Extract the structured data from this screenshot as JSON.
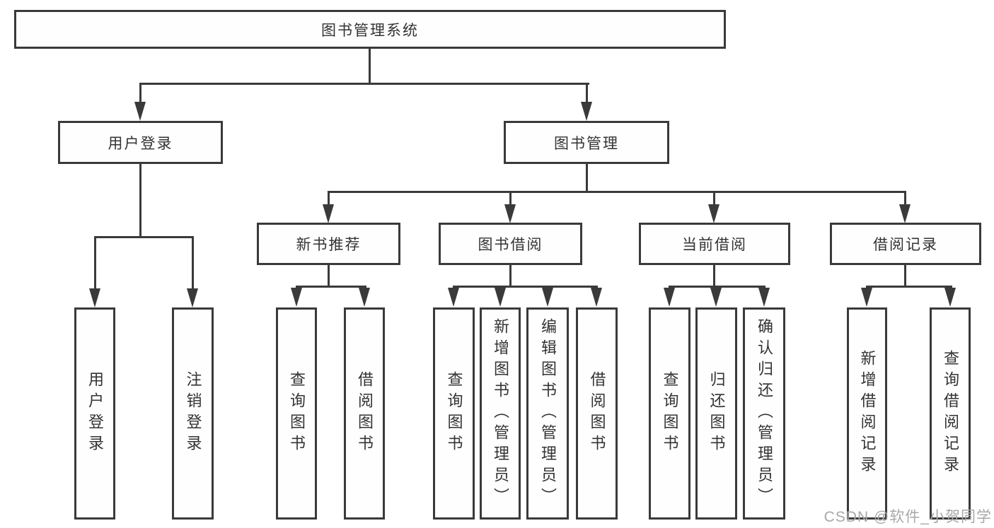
{
  "diagram_type": "hierarchy-chart",
  "colors": {
    "line": "#3a3a3a",
    "text": "#333333",
    "background": "#ffffff",
    "watermark": "#a8a8a8"
  },
  "watermark": "CSDN @软件_小贺同学",
  "tree": {
    "root": "图书管理系统",
    "branches": [
      {
        "label": "用户登录",
        "children": [
          "用户登录",
          "注销登录"
        ]
      },
      {
        "label": "图书管理",
        "groups": [
          {
            "label": "新书推荐",
            "children": [
              "查询图书",
              "借阅图书"
            ]
          },
          {
            "label": "图书借阅",
            "children": [
              "查询图书",
              "新增图书（管理员）",
              "编辑图书（管理员）",
              "借阅图书"
            ]
          },
          {
            "label": "当前借阅",
            "children": [
              "查询图书",
              "归还图书",
              "确认归还（管理员）"
            ]
          },
          {
            "label": "借阅记录",
            "children": [
              "新增借阅记录",
              "查询借阅记录"
            ]
          }
        ]
      }
    ]
  }
}
